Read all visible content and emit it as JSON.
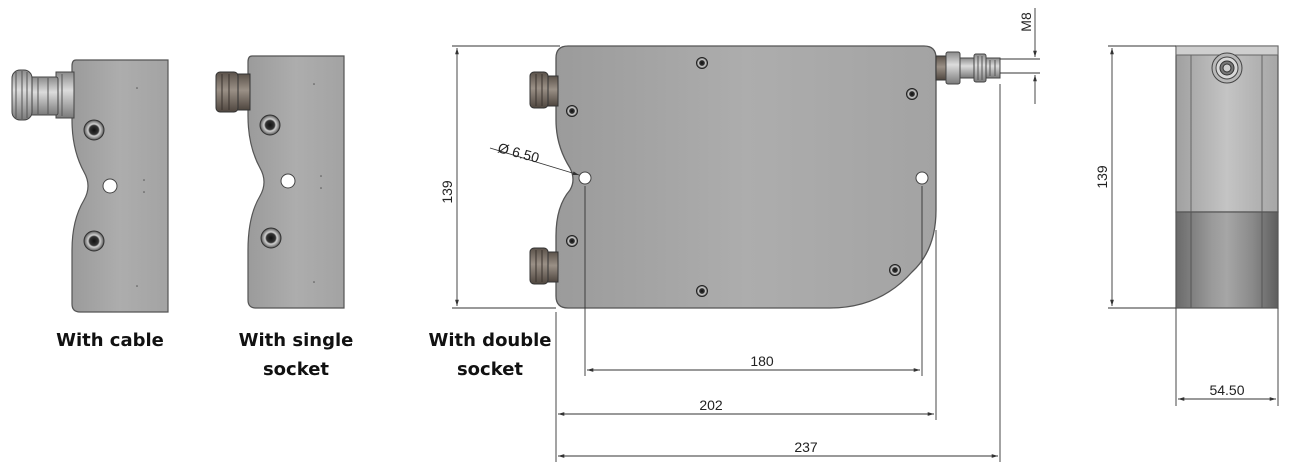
{
  "captions": {
    "cable": "With cable",
    "single": [
      "With single",
      "socket"
    ],
    "double": [
      "With double",
      "socket"
    ]
  },
  "dimensions": {
    "front_height": "139",
    "hole_diameter": "Ø 6.50",
    "hole_spacing": "180",
    "body_width": "202",
    "overall_width": "237",
    "thread": "M8",
    "side_height": "139",
    "side_width": "54.50"
  },
  "colors": {
    "housing_fill": "#a8a8a8",
    "housing_edge": "#555555",
    "connector": "#7a7068",
    "dimension_line": "#333333"
  }
}
